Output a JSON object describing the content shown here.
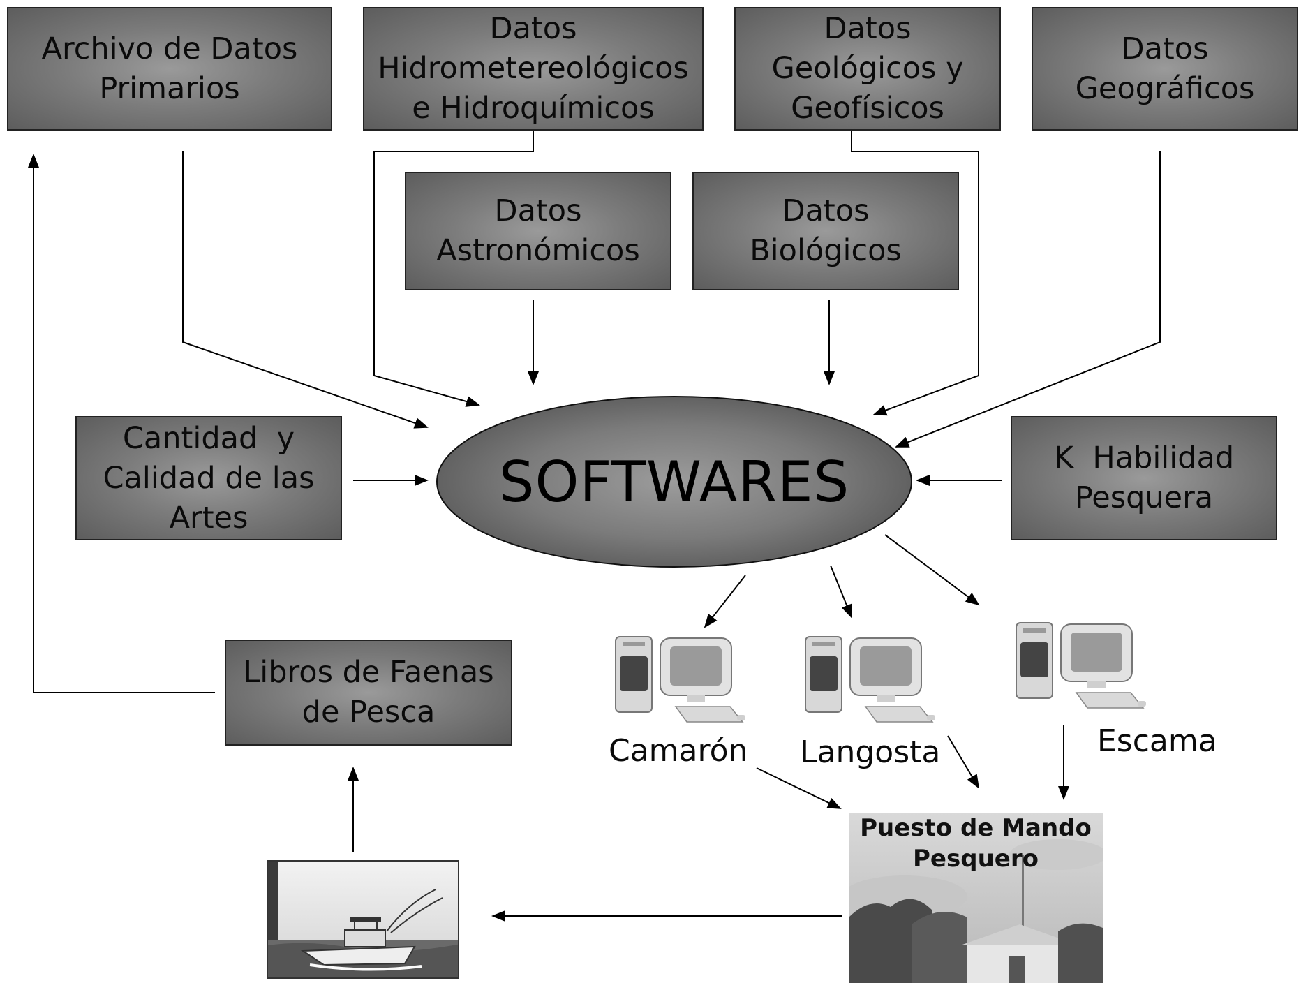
{
  "boxes": {
    "archivo": [
      "Archivo de Datos",
      "Primarios"
    ],
    "hidro": [
      "Datos",
      "Hidrometereológicos",
      "e Hidroquímicos"
    ],
    "geologicos": [
      "Datos",
      "Geológicos y",
      "Geofísicos"
    ],
    "geograficos": [
      "Datos",
      "Geográficos"
    ],
    "astronomicos": [
      "Datos",
      "Astronómicos"
    ],
    "biologicos": [
      "Datos",
      "Biológicos"
    ],
    "cantidad": [
      "Cantidad  y",
      "Calidad de las",
      "Artes"
    ],
    "habilidad": [
      "K  Habilidad",
      "Pesquera"
    ],
    "libros": [
      "Libros de Faenas",
      "de Pesca"
    ]
  },
  "center": {
    "label": "SOFTWARES"
  },
  "computers": {
    "camaron": "Camarón",
    "langosta": "Langosta",
    "escama": "Escama"
  },
  "puesto": {
    "title": [
      "Puesto de Mando",
      "Pesquero"
    ]
  },
  "icons": {
    "computer": "desktop-computer-icon",
    "boat": "fishing-boat-photo",
    "station": "command-post-photo"
  }
}
